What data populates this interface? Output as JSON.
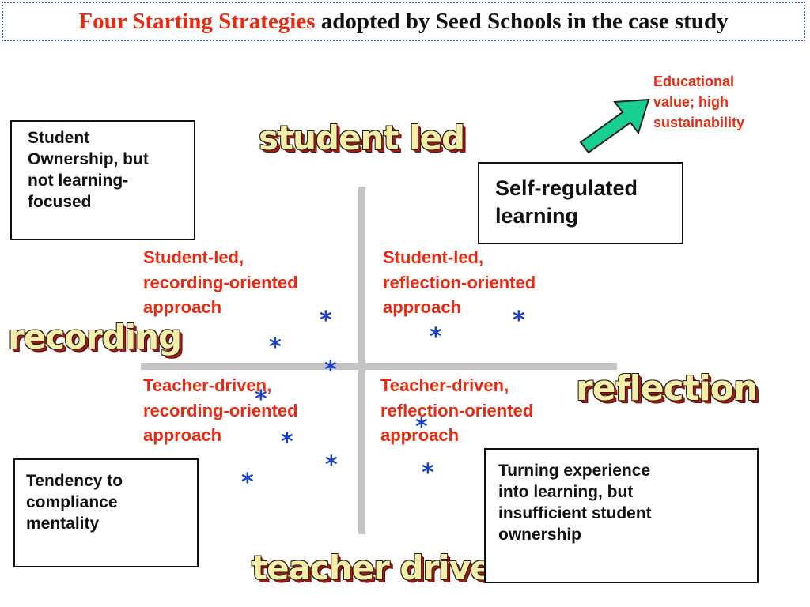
{
  "title": {
    "highlight": "Four Starting Strategies",
    "rest": "adopted by Seed Schools in the case study"
  },
  "axes": {
    "top": "student led",
    "bottom": "teacher driven",
    "left": "recording",
    "right": "reflection"
  },
  "quadrants": {
    "top_left": [
      "Student-led,",
      "recording-oriented",
      "approach"
    ],
    "top_right": [
      "Student-led,",
      "reflection-oriented",
      "approach"
    ],
    "bottom_left": [
      "Teacher-driven,",
      "recording-oriented",
      "approach"
    ],
    "bottom_right": [
      "Teacher-driven,",
      "reflection-oriented",
      "approach"
    ]
  },
  "boxes": {
    "top_left": [
      "Student",
      "Ownership, but",
      "not learning-",
      "focused"
    ],
    "top_right": [
      "Self-regulated",
      "learning"
    ],
    "bottom_left": [
      "Tendency to",
      "compliance",
      "mentality"
    ],
    "bottom_right": [
      "Turning experience",
      "into learning, but",
      "insufficient student",
      "ownership"
    ]
  },
  "outcome": [
    "Educational",
    "value; high",
    "sustainability"
  ],
  "star_symbol": "*",
  "colors": {
    "accent_red": "#e82a12",
    "star_blue": "#1a3fc8",
    "arrow_green": "#17d08f",
    "axis_gray": "#c4c4c4"
  }
}
